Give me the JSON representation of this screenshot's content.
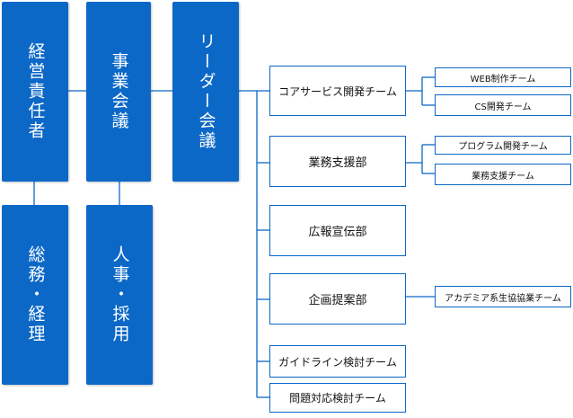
{
  "diagram": {
    "top_units": {
      "executive": "経営責任者",
      "business": "事業会議",
      "leader": "リーダー会議"
    },
    "bottom_units": {
      "general": "総務・経理",
      "hr": "人事・採用"
    },
    "departments": {
      "core_service": "コアサービス開発チーム",
      "business_support": "業務支援部",
      "pr": "広報宣伝部",
      "planning": "企画提案部",
      "guideline": "ガイドライン検討チーム",
      "issues": "問題対応検討チーム"
    },
    "teams": {
      "web": "WEB制作チーム",
      "cs": "CS開発チーム",
      "program": "プログラム開発チーム",
      "business_support_team": "業務支援チーム",
      "academia": "アカデミア系生協協業チーム"
    },
    "colors": {
      "box_fill": "#0c68c7",
      "border": "#0c68c7",
      "connector": "#0c68c7"
    }
  }
}
